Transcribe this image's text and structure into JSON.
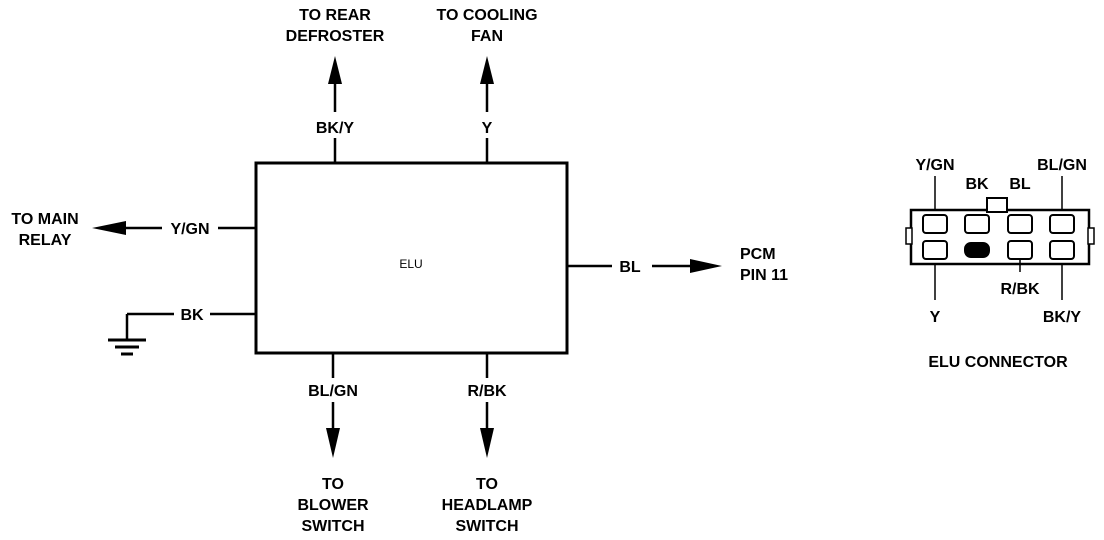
{
  "module": {
    "name": "ELU"
  },
  "connections": {
    "top_left": {
      "wire": "BK/Y",
      "dest_line1": "TO REAR",
      "dest_line2": "DEFROSTER"
    },
    "top_right": {
      "wire": "Y",
      "dest_line1": "TO COOLING",
      "dest_line2": "FAN"
    },
    "left_top": {
      "wire": "Y/GN",
      "dest_line1": "TO MAIN",
      "dest_line2": "RELAY"
    },
    "left_bottom": {
      "wire": "BK"
    },
    "right": {
      "wire": "BL",
      "dest_line1": "PCM",
      "dest_line2": "PIN 11"
    },
    "bottom_left": {
      "wire": "BL/GN",
      "dest_line1": "TO",
      "dest_line2": "BLOWER",
      "dest_line3": "SWITCH"
    },
    "bottom_right": {
      "wire": "R/BK",
      "dest_line1": "TO",
      "dest_line2": "HEADLAMP",
      "dest_line3": "SWITCH"
    }
  },
  "connector": {
    "title": "ELU CONNECTOR",
    "top_labels": [
      "Y/GN",
      "BK",
      "BL",
      "BL/GN"
    ],
    "bottom_labels": [
      "Y",
      "R/BK",
      "BK/Y"
    ]
  },
  "icons": [
    "ground-icon",
    "arrow-up-icon",
    "arrow-down-icon",
    "arrow-left-icon",
    "arrow-right-icon"
  ],
  "colors": {
    "line": "#000000",
    "background": "#ffffff"
  }
}
